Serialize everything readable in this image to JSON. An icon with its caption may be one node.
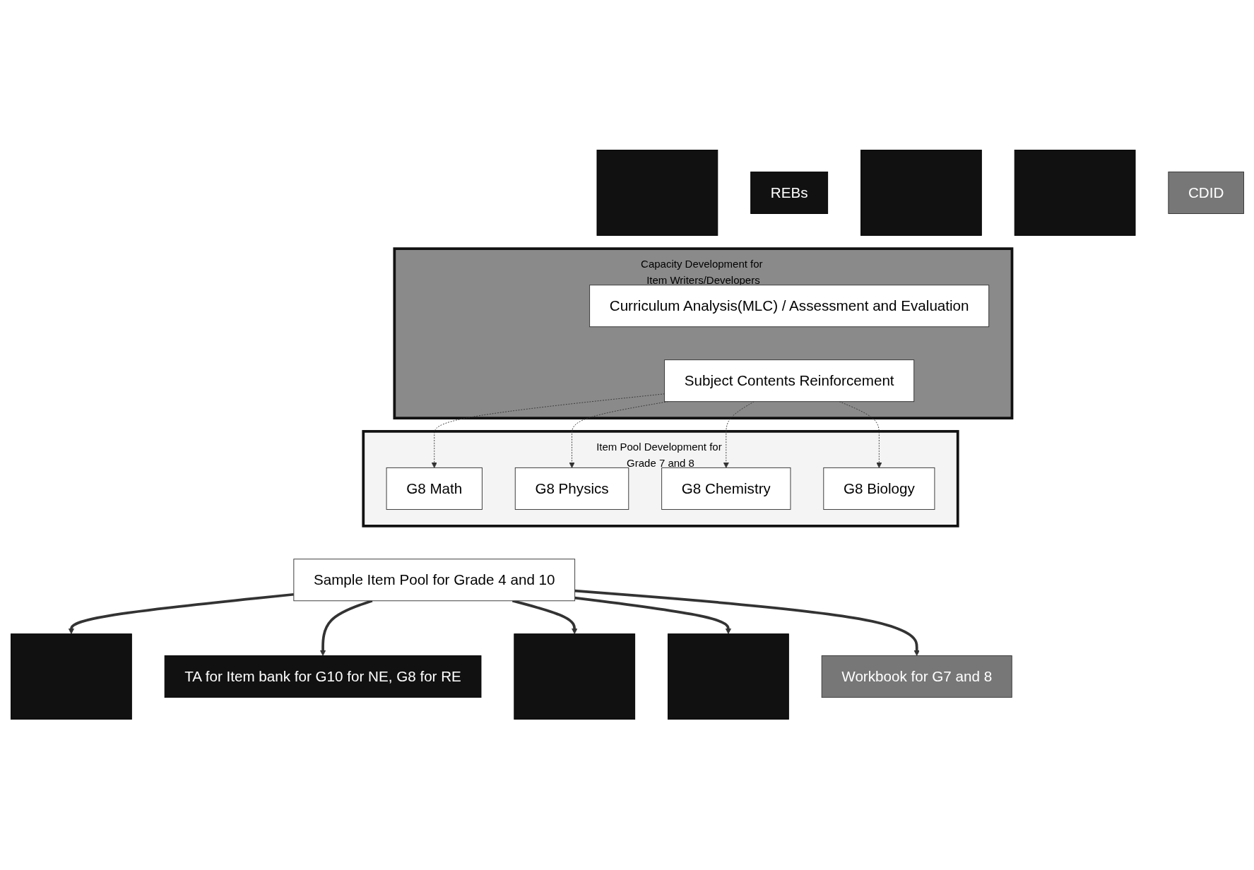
{
  "diagram": {
    "nodes": [
      {
        "text": [],
        "shape": "box"
      },
      {
        "text": [
          "REBs"
        ]
      },
      {
        "text": [],
        "shape": "box"
      },
      {
        "text": [],
        "shape": "box"
      },
      {
        "text": [
          "CDID"
        ]
      },
      {
        "text": [
          "Capacity Development for Item Writers/Developers"
        ]
      },
      {
        "text": [
          "Curriculum Analysis(MLC) / Assessment and Evaluation"
        ],
        "in": 5
      },
      {
        "text": [
          "Subject Contents Reinforcement"
        ],
        "in": 5
      },
      {
        "text": [
          "Item Pool Development for Grade 7 and 8"
        ]
      },
      {
        "text": [
          "G8 Math"
        ],
        "in": 8
      },
      {
        "text": [
          "G8 Physics"
        ],
        "in": 8
      },
      {
        "text": [
          "G8 Chemistry"
        ],
        "in": 8
      },
      {
        "text": [
          "G8 Biology"
        ],
        "in": 8
      },
      {
        "text": [
          "Sample Item Pool for Grade 4 and 10"
        ]
      },
      {
        "text": [],
        "shape": "box"
      },
      {
        "text": [
          "TA for Item bank for G10 for NE, G8 for RE"
        ]
      },
      {
        "text": [],
        "shape": "box"
      },
      {
        "text": [],
        "shape": "box"
      },
      {
        "text": [
          "Workbook for G7 and 8"
        ]
      }
    ],
    "edges": [
      {
        "from": 7,
        "to": 9,
        "arrow": "to",
        "style": "dashed"
      },
      {
        "from": 7,
        "to": 10,
        "arrow": "to",
        "style": "dashed"
      },
      {
        "from": 7,
        "to": 11,
        "arrow": "to",
        "style": "dashed"
      },
      {
        "from": 7,
        "to": 12,
        "arrow": "to",
        "style": "dashed"
      },
      {
        "from": 13,
        "to": 14,
        "arrow": "to"
      },
      {
        "from": 13,
        "to": 15,
        "arrow": "to"
      },
      {
        "from": 13,
        "to": 16,
        "arrow": "to"
      },
      {
        "from": 13,
        "to": 17,
        "arrow": "to"
      },
      {
        "from": 13,
        "to": 18,
        "arrow": "to"
      }
    ]
  }
}
